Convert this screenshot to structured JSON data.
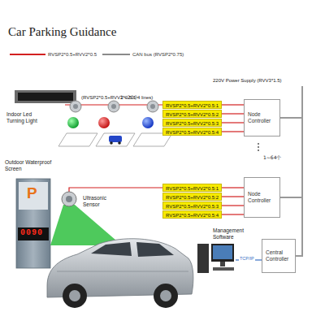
{
  "diagram": {
    "title": "Car Parking Guidance",
    "nodes": [
      {
        "text": [
          "RVSP2*0.5+RVV2*0.5:1"
        ]
      },
      {
        "text": [
          "RVSP2*0.5+RVV2*0.5:2"
        ]
      },
      {
        "text": [
          "RVSP2*0.5+RVV2*0.5:3"
        ]
      },
      {
        "text": [
          "RVSP2*0.5+RVV2*0.5:4"
        ]
      },
      {
        "text": [
          "Node Controller"
        ]
      },
      {
        "text": [
          "RVSP2*0.5+RVV2*0.5:1"
        ]
      },
      {
        "text": [
          "RVSP2*0.5+RVV2*0.5:2"
        ]
      },
      {
        "text": [
          "RVSP2*0.5+RVV2*0.5:3"
        ]
      },
      {
        "text": [
          "RVSP2*0.5+RVV2*0.5:4"
        ]
      },
      {
        "text": [
          "Node Controller"
        ]
      },
      {
        "text": [
          "Central Controller"
        ]
      }
    ],
    "edges": [
      {
        "from": 0,
        "to": 4,
        "arrow": "none"
      },
      {
        "from": 1,
        "to": 4,
        "arrow": "none"
      },
      {
        "from": 2,
        "to": 4,
        "arrow": "none"
      },
      {
        "from": 3,
        "to": 4,
        "arrow": "none"
      },
      {
        "from": 5,
        "to": 9,
        "arrow": "none"
      },
      {
        "from": 6,
        "to": 9,
        "arrow": "none"
      },
      {
        "from": 7,
        "to": 9,
        "arrow": "none"
      },
      {
        "from": 8,
        "to": 9,
        "arrow": "none"
      },
      {
        "from": 4,
        "to": 10,
        "arrow": "none"
      },
      {
        "from": 9,
        "to": 10,
        "arrow": "none"
      }
    ],
    "labels": [
      "(RVSP2*0.5+RVV2*0.5:1-4 lines)",
      "220V Power Supply (RVV3*1.5)",
      "Indoor Led Turning Light",
      "1~20个",
      "1~64个",
      "Outdoor Waterproof Screen",
      "Ultrasonic Sensor",
      "P",
      "0090",
      "Management Software",
      "TCP/IP"
    ],
    "legend": [
      {
        "text": "RVSP2*0.5+RVV2*0.5"
      },
      {
        "text": "CAN bus (RVSP2*0.75)"
      }
    ]
  }
}
